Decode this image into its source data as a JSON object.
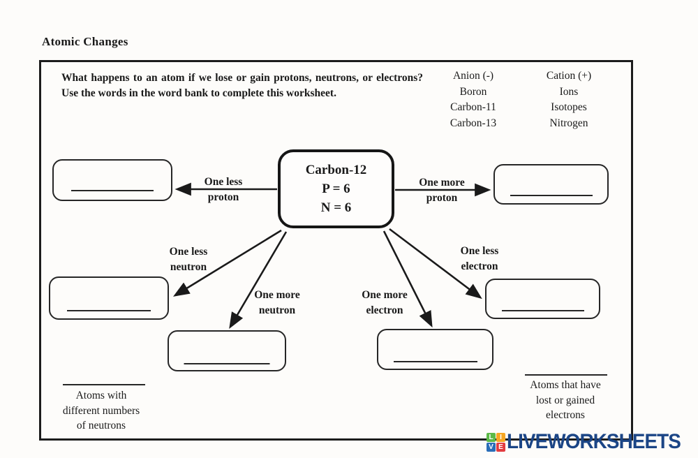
{
  "title": "Atomic Changes",
  "instructions": "What happens to an atom if we lose or gain protons, neutrons, or electrons?  Use the words in the word bank to complete this worksheet.",
  "word_bank": {
    "column1": [
      "Anion (-)",
      "Boron",
      "Carbon-11",
      "Carbon-13"
    ],
    "column2": [
      "Cation (+)",
      "Ions",
      "Isotopes",
      "Nitrogen"
    ]
  },
  "center_node": {
    "name": "Carbon-12",
    "protons": "P = 6",
    "neutrons": "N = 6"
  },
  "arrows": {
    "less_proton": {
      "line1": "One less",
      "line2": "proton"
    },
    "more_proton": {
      "line1": "One more",
      "line2": "proton"
    },
    "less_neutron": {
      "line1": "One less",
      "line2": "neutron"
    },
    "more_neutron": {
      "line1": "One more",
      "line2": "neutron"
    },
    "more_electron": {
      "line1": "One more",
      "line2": "electron"
    },
    "less_electron": {
      "line1": "One less",
      "line2": "electron"
    }
  },
  "answer_boxes": [
    {
      "id": "less-proton",
      "value": ""
    },
    {
      "id": "more-proton",
      "value": ""
    },
    {
      "id": "less-neutron",
      "value": ""
    },
    {
      "id": "less-electron",
      "value": ""
    },
    {
      "id": "more-neutron",
      "value": ""
    },
    {
      "id": "more-electron",
      "value": ""
    }
  ],
  "captions": {
    "left": {
      "line1": "Atoms with",
      "line2": "different numbers",
      "line3": "of neutrons"
    },
    "right": {
      "line1": "Atoms that have",
      "line2": "lost or gained",
      "line3": "electrons"
    }
  },
  "branding": {
    "tiles": [
      {
        "letter": "L",
        "color": "#5cb947"
      },
      {
        "letter": "I",
        "color": "#f5a623"
      },
      {
        "letter": "V",
        "color": "#2a6db8"
      },
      {
        "letter": "E",
        "color": "#e23b3f"
      }
    ],
    "wordmark": "LIVEWORKSHEETS",
    "wordmark_color": "#1b4586",
    "ink_color": "#1a1a1a"
  }
}
